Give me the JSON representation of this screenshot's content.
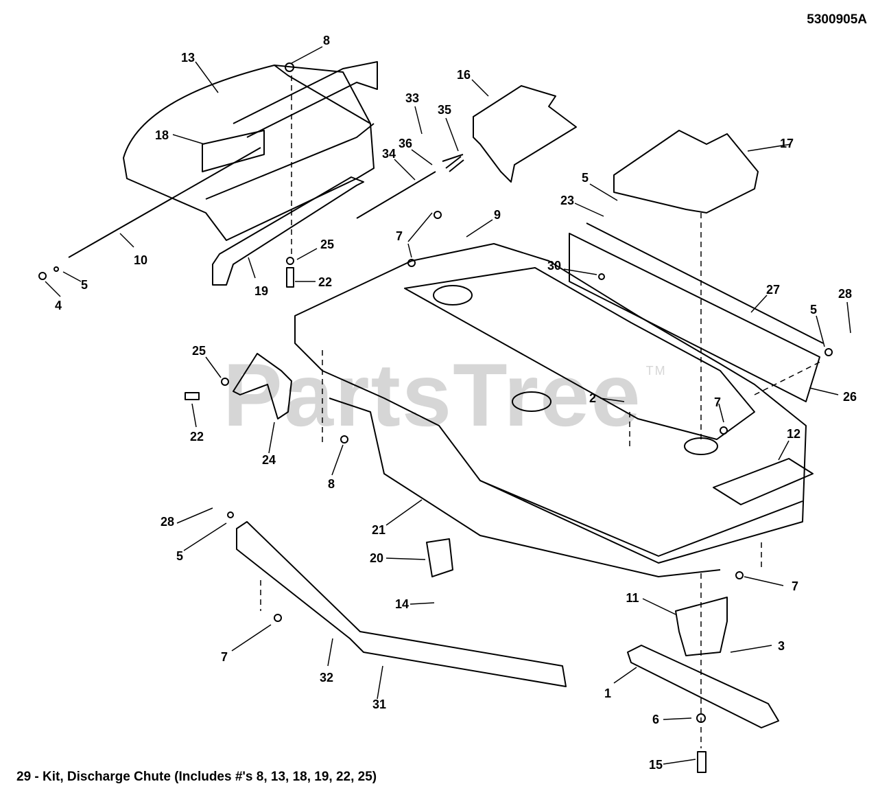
{
  "header": {
    "diagram_id": "5300905A"
  },
  "footer": {
    "note": "29 - Kit, Discharge Chute (Includes #'s 8, 13, 18, 19, 22, 25)"
  },
  "watermark": {
    "text": "PartsTree",
    "tm": "TM"
  },
  "callouts": [
    "8",
    "13",
    "18",
    "10",
    "4",
    "5",
    "19",
    "25",
    "22",
    "16",
    "33",
    "35",
    "36",
    "34",
    "17",
    "5",
    "23",
    "9",
    "7",
    "7",
    "30",
    "27",
    "28",
    "5",
    "26",
    "25",
    "22",
    "24",
    "8",
    "2",
    "7",
    "12",
    "21",
    "20",
    "14",
    "11",
    "7",
    "28",
    "5",
    "7",
    "32",
    "31",
    "3",
    "1",
    "6",
    "15"
  ]
}
